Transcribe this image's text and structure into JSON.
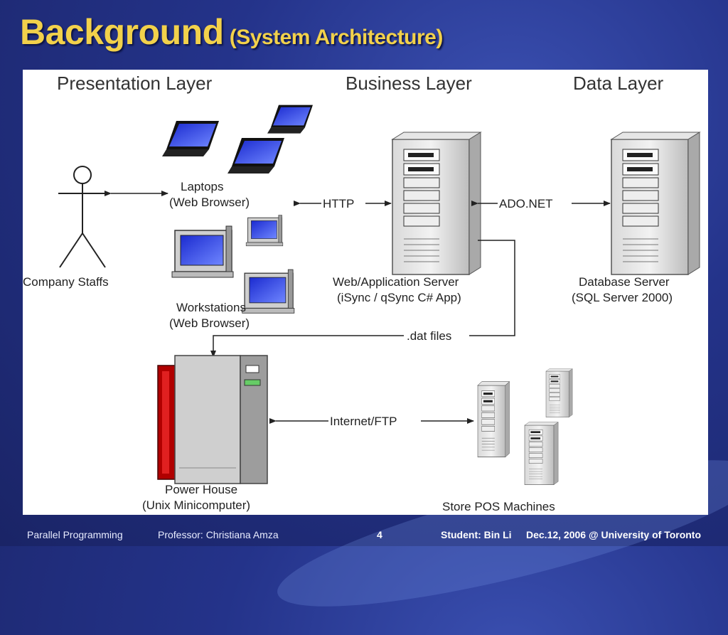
{
  "slide": {
    "title": "Background",
    "subtitle": "(System Architecture)",
    "page_number": "4"
  },
  "diagram": {
    "headers": {
      "presentation": "Presentation Layer",
      "business": "Business Layer",
      "data": "Data Layer"
    },
    "nodes": {
      "staff": "Company Staffs",
      "laptops_line1": "Laptops",
      "laptops_line2": "(Web Browser)",
      "workstations_line1": "Workstations",
      "workstations_line2": "(Web Browser)",
      "app_server_line1": "Web/Application Server",
      "app_server_line2": "(iSync / qSync C# App)",
      "db_server_line1": "Database Server",
      "db_server_line2": "(SQL Server 2000)",
      "power_house_line1": "Power House",
      "power_house_line2": "(Unix Minicomputer)",
      "pos": "Store POS Machines"
    },
    "edges": {
      "http": "HTTP",
      "ado": "ADO.NET",
      "dat": ".dat files",
      "ftp": "Internet/FTP"
    }
  },
  "footer": {
    "course": "Parallel Programming",
    "professor": "Professor: Christiana Amza",
    "student": "Student: Bin Li",
    "date": "Dec.12, 2006 @ University of Toronto"
  }
}
